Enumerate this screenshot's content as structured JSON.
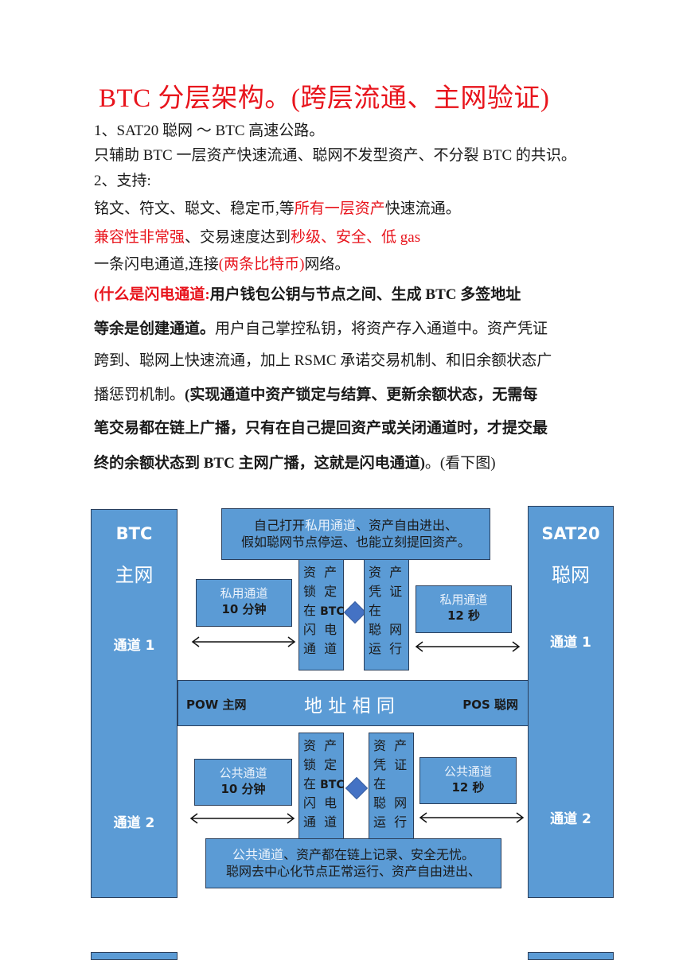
{
  "document": {
    "title": "BTC 分层架构。(跨层流通、主网验证)",
    "lines": {
      "l1": "1、SAT20 聪网 ～ BTC 高速公路。",
      "l2": "只辅助 BTC 一层资产快速流通、聪网不发型资产、不分裂 BTC 的共识。",
      "l3": "2、支持:",
      "l4a": "铭文、符文、聪文、稳定币,等",
      "l4b": "所有一层资产",
      "l4c": "快速流通。",
      "l5a": "兼容性非常强",
      "l5b": "、交易速度达到",
      "l5c": "秒级、安全、低 gas",
      "l6a": "一条闪电通道,连接",
      "l6b": "(两条比特币)",
      "l6c": "网络。",
      "p1a": "(什么是闪电通道:",
      "p1b": "用户钱包公钥与节点之间、生成 BTC 多签地址",
      "p2a": "等余是创建通道。",
      "p2b": "用户自己掌控私钥，将资产存入通道中。资产凭证",
      "p3": "跨到、聪网上快速流通，加上 RSMC 承诺交易机制、和旧余额状态广",
      "p4a": "播惩罚机制。",
      "p4b": "(实现通道中资产锁定与结算、更新余额状态，无需每",
      "p5": "笔交易都在链上广播，只有在自己提回资产或关闭通道时，才提交最",
      "p6a": "终的余额状态到 BTC 主网广播，这就是闪电通道)",
      "p6b": "。(看下图)"
    }
  },
  "diagram": {
    "colors": {
      "box_fill": "#5b9bd5",
      "box_border": "#2a3f5c",
      "diamond": "#4472c4",
      "title_red": "#e8141c"
    },
    "left_column": {
      "title1": "BTC",
      "title2": "主网",
      "channel1": "通道 1",
      "channel2": "通道 2"
    },
    "right_column": {
      "title1": "SAT20",
      "title2": "聪网",
      "channel1": "通道 1",
      "channel2": "通道 2"
    },
    "top_note": {
      "line1_highlight": "私用通道",
      "line1_prefix": "自己打开",
      "line1_suffix": "、资产自由进出、",
      "line2": "假如聪网节点停运、也能立刻提回资产。"
    },
    "bottom_note": {
      "line1_highlight": "公共通道",
      "line1_suffix": "、资产都在链上记录、安全无忧。",
      "line2": "聪网去中心化节点正常运行、资产自由进出、"
    },
    "band": {
      "left": "POW 主网",
      "center": "地 址 相 同",
      "right": "POS 聪网"
    },
    "upper": {
      "left_channel": {
        "name": "私用通道",
        "time": "10 分钟"
      },
      "right_channel": {
        "name": "私用通道",
        "time": "12 秒"
      },
      "lock_box": [
        "资  产",
        "锁  定",
        "在 BTC",
        "闪  电",
        "通  道"
      ],
      "cert_box": [
        "资  产",
        "凭  证",
        "在",
        "聪  网",
        "运  行"
      ]
    },
    "lower": {
      "left_channel": {
        "name": "公共通道",
        "time": "10 分钟"
      },
      "right_channel": {
        "name": "公共通道",
        "time": "12 秒"
      },
      "lock_box": [
        "资  产",
        "锁  定",
        "在 BTC",
        "闪  电",
        "通  道"
      ],
      "cert_box": [
        "资  产",
        "凭  证",
        "在",
        "聪  网",
        "运  行"
      ]
    },
    "icons": [
      "double-arrow-icon",
      "diamond-icon"
    ]
  }
}
